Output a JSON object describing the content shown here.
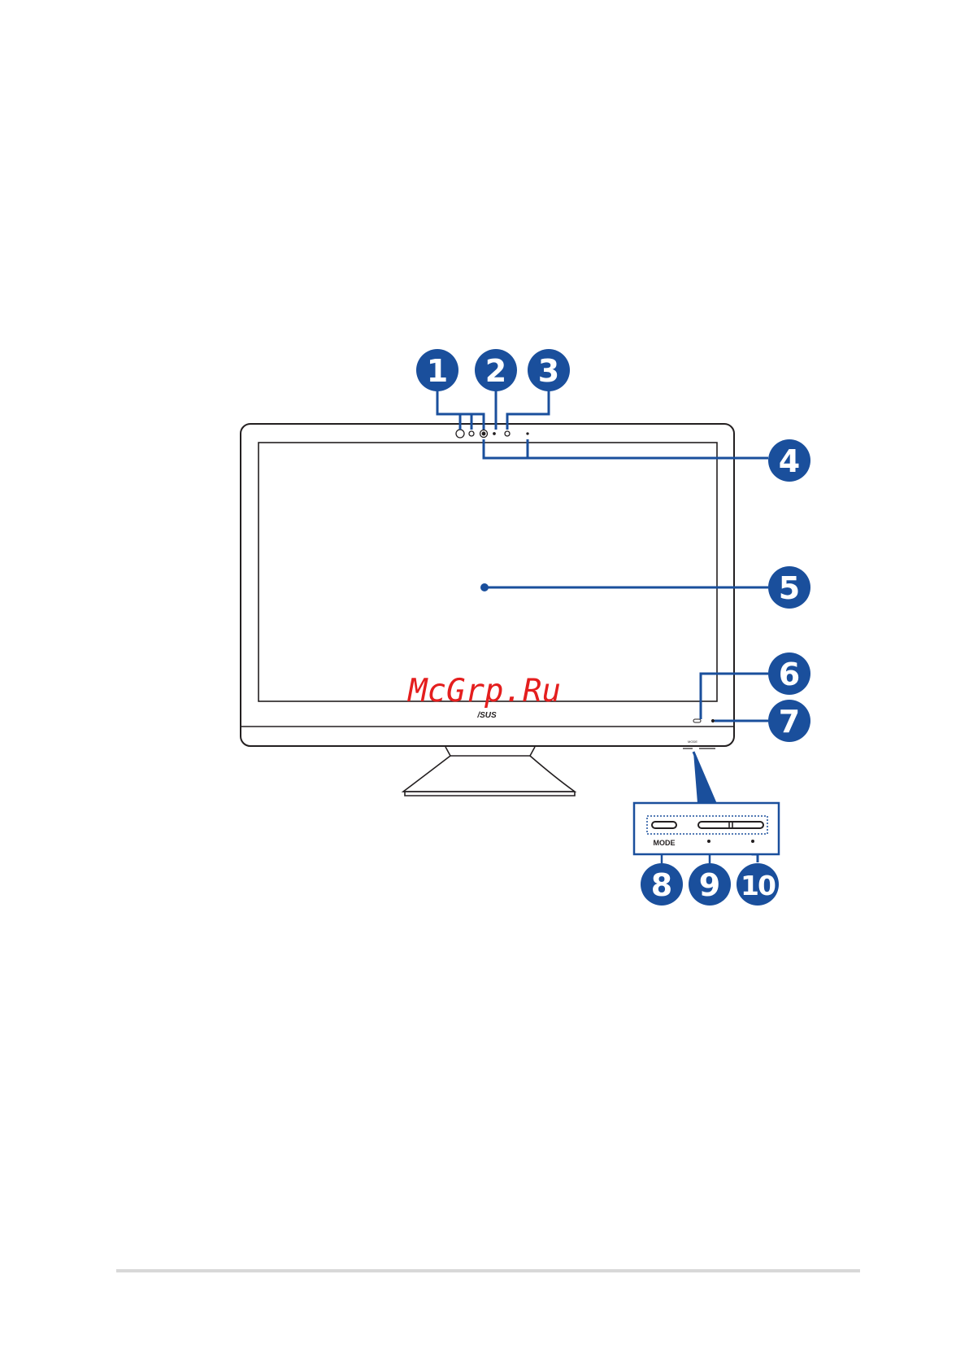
{
  "colors": {
    "callout_fill": "#1a4f9c",
    "leader_line": "#1a4f9c",
    "outline": "#231f20",
    "watermark": "#e41e1e",
    "footer_rule": "#d8d8d8"
  },
  "device": {
    "brand_logo_text": "/SUS",
    "button_panel_label": "MODE",
    "tiny_button_label": "MODE"
  },
  "watermark": {
    "text": "McGrp.Ru"
  },
  "callouts": [
    {
      "number": "1"
    },
    {
      "number": "2"
    },
    {
      "number": "3"
    },
    {
      "number": "4"
    },
    {
      "number": "5"
    },
    {
      "number": "6"
    },
    {
      "number": "7"
    },
    {
      "number": "8"
    },
    {
      "number": "9"
    },
    {
      "number": "10"
    }
  ]
}
